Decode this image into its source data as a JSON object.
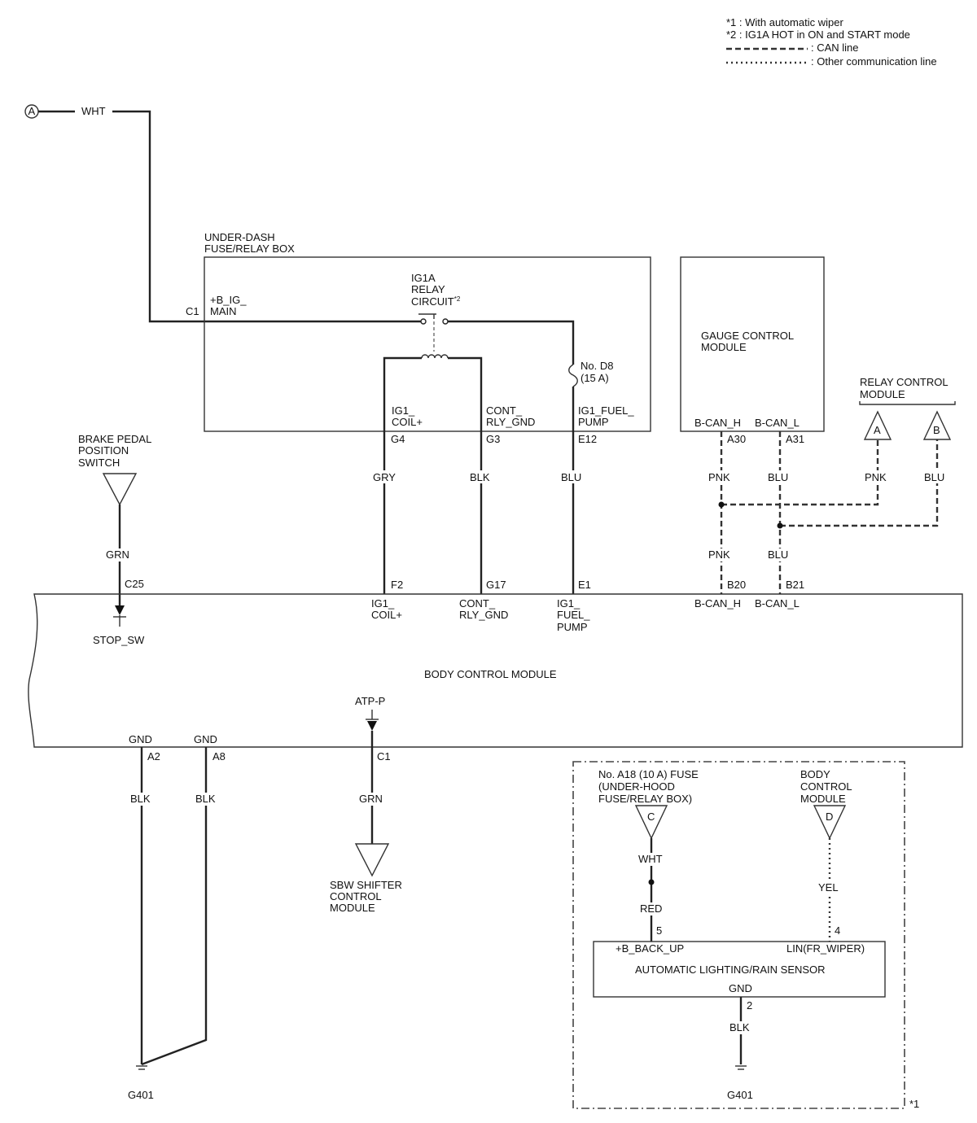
{
  "legend": {
    "note1": "*1 : With automatic wiper",
    "note2": "*2 : IG1A HOT in ON and START mode",
    "can_line": ": CAN line",
    "other_line": ": Other communication line"
  },
  "connector_a": {
    "letter": "A",
    "wire": "WHT"
  },
  "fuse_box": {
    "title1": "UNDER-DASH",
    "title2": "FUSE/RELAY BOX",
    "pin_c1": "C1",
    "main1": "+B_IG_",
    "main2": "MAIN",
    "relay1": "IG1A",
    "relay2": "RELAY",
    "relay3": "CIRCUIT",
    "relay_sup": "*2",
    "fuse1": "No. D8",
    "fuse2": "(15 A)",
    "coil1": "IG1_",
    "coil2": "COIL+",
    "cont1": "CONT_",
    "cont2": "RLY_GND",
    "pump1": "IG1_FUEL_",
    "pump2": "PUMP",
    "pin_g4": "G4",
    "pin_g3": "G3",
    "pin_e12": "E12"
  },
  "wires": {
    "gry": "GRY",
    "blk": "BLK",
    "blu": "BLU",
    "grn": "GRN",
    "pnk": "PNK"
  },
  "gauge": {
    "title1": "GAUGE CONTROL",
    "title2": "MODULE",
    "can_h": "B-CAN_H",
    "can_l": "B-CAN_L",
    "pin_a30": "A30",
    "pin_a31": "A31"
  },
  "relay_control": {
    "title1": "RELAY CONTROL",
    "title2": "MODULE",
    "conn_a": "A",
    "conn_b": "B"
  },
  "brake": {
    "title1": "BRAKE PEDAL",
    "title2": "POSITION",
    "title3": "SWITCH",
    "pin_c25": "C25",
    "stop_sw": "STOP_SW"
  },
  "bcm": {
    "title": "BODY CONTROL MODULE",
    "pin_f2": "F2",
    "pin_g17": "G17",
    "pin_e1": "E1",
    "pin_b20": "B20",
    "pin_b21": "B21",
    "coil1": "IG1_",
    "coil2": "COIL+",
    "cont1": "CONT_",
    "cont2": "RLY_GND",
    "fp1": "IG1_",
    "fp2": "FUEL_",
    "fp3": "PUMP",
    "can_h": "B-CAN_H",
    "can_l": "B-CAN_L",
    "atp": "ATP-P",
    "gnd": "GND",
    "pin_a2": "A2",
    "pin_a8": "A8",
    "pin_c1": "C1"
  },
  "sbw": {
    "title1": "SBW SHIFTER",
    "title2": "CONTROL",
    "title3": "MODULE"
  },
  "ground": {
    "g401": "G401"
  },
  "sensor_box": {
    "fuse1": "No. A18 (10 A) FUSE",
    "fuse2": "(UNDER-HOOD",
    "fuse3": "FUSE/RELAY BOX)",
    "conn_c": "C",
    "bcm1": "BODY",
    "bcm2": "CONTROL",
    "bcm3": "MODULE",
    "conn_d": "D",
    "wht": "WHT",
    "red": "RED",
    "yel": "YEL",
    "pin5": "5",
    "pin4": "4",
    "pin2": "2",
    "backup": "+B_BACK_UP",
    "lin": "LIN(FR_WIPER)",
    "sensor": "AUTOMATIC LIGHTING/RAIN SENSOR",
    "gnd": "GND",
    "blk": "BLK",
    "ground": "G401",
    "note": "*1"
  }
}
